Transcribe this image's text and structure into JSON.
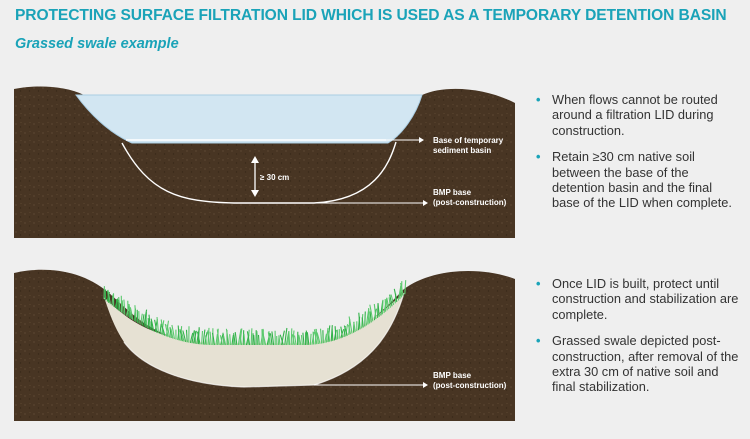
{
  "title": "PROTECTING SURFACE FILTRATION LID WHICH IS USED AS A TEMPORARY DETENTION BASIN",
  "subtitle": "Grassed swale example",
  "top_diagram": {
    "measure_label": "≥ 30 cm",
    "label_temp_line1": "Base of temporary",
    "label_temp_line2": "sediment basin",
    "label_bmp_line1": "BMP base",
    "label_bmp_line2": "(post-construction)"
  },
  "bottom_diagram": {
    "label_bmp_line1": "BMP base",
    "label_bmp_line2": "(post-construction)"
  },
  "bullets_top": [
    "When flows cannot be routed around a filtration LID during construction.",
    "Retain ≥30 cm native soil between the base of the detention basin and the final base of the LID when complete."
  ],
  "bullets_bottom": [
    "Once LID is built, protect until construction and stabilization are complete.",
    "Grassed swale depicted post-construction, after removal of the extra 30 cm of native soil and final stabilization."
  ],
  "colors": {
    "accent": "#1aa3b8",
    "soil": "#483523",
    "water": "#d2e6f2",
    "grass": "#33b24a",
    "swale_fill": "#e6e1d3"
  }
}
